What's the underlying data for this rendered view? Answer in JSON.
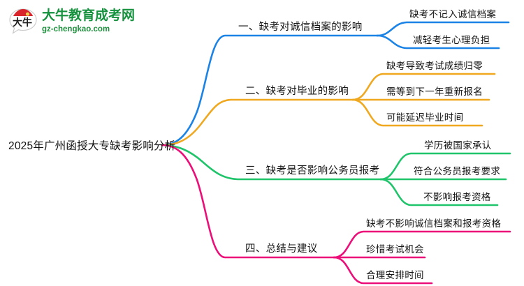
{
  "logo": {
    "mark_text": "大牛",
    "title": "大牛教育成考网",
    "subtitle": "gz-chengkao.com",
    "brand_green": "#16923f",
    "brand_red": "#d8262c"
  },
  "mindmap": {
    "root": {
      "label": "2025年广州函授大专缺考影响分析"
    },
    "branches": [
      {
        "label": "一、缺考对诚信档案的影响",
        "color": "#1B83E6",
        "children": [
          {
            "label": "缺考不记入诚信档案"
          },
          {
            "label": "减轻考生心理负担"
          }
        ]
      },
      {
        "label": "二、缺考对毕业的影响",
        "color": "#EFA81F",
        "children": [
          {
            "label": "缺考导致考试成绩归零"
          },
          {
            "label": "需等到下一年重新报名"
          },
          {
            "label": "可能延迟毕业时间"
          }
        ]
      },
      {
        "label": "三、缺考是否影响公务员报考",
        "color": "#20C46A",
        "children": [
          {
            "label": "学历被国家承认"
          },
          {
            "label": "符合公务员报考要求"
          },
          {
            "label": "不影响报考资格"
          }
        ]
      },
      {
        "label": "四、总结与建议",
        "color": "#EC0F79",
        "children": [
          {
            "label": "缺考不影响诚信档案和报考资格"
          },
          {
            "label": "珍惜考试机会"
          },
          {
            "label": "合理安排时间"
          }
        ]
      }
    ]
  }
}
